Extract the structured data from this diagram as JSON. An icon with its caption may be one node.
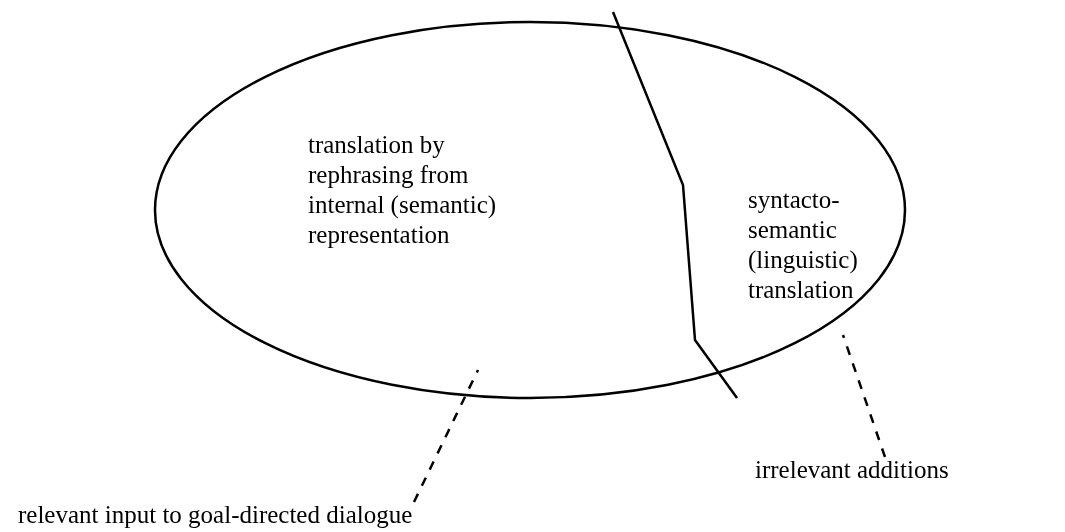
{
  "diagram": {
    "nodes": [
      {
        "text": [],
        "shape": "ellipse"
      },
      {
        "text": [
          "translation by rephrasing from internal (semantic) representation"
        ],
        "in": 0
      },
      {
        "text": [
          "syntacto- semantic (linguistic) translation"
        ],
        "in": 0
      },
      {
        "text": [
          "relevant input to goal-directed dialogue"
        ]
      },
      {
        "text": [
          "irrelevant additions"
        ]
      }
    ],
    "edges": [
      {
        "from": 3,
        "to": 0,
        "arrow": "none",
        "style": "dashed"
      },
      {
        "from": 4,
        "to": 0,
        "arrow": "none",
        "style": "dashed"
      }
    ]
  }
}
